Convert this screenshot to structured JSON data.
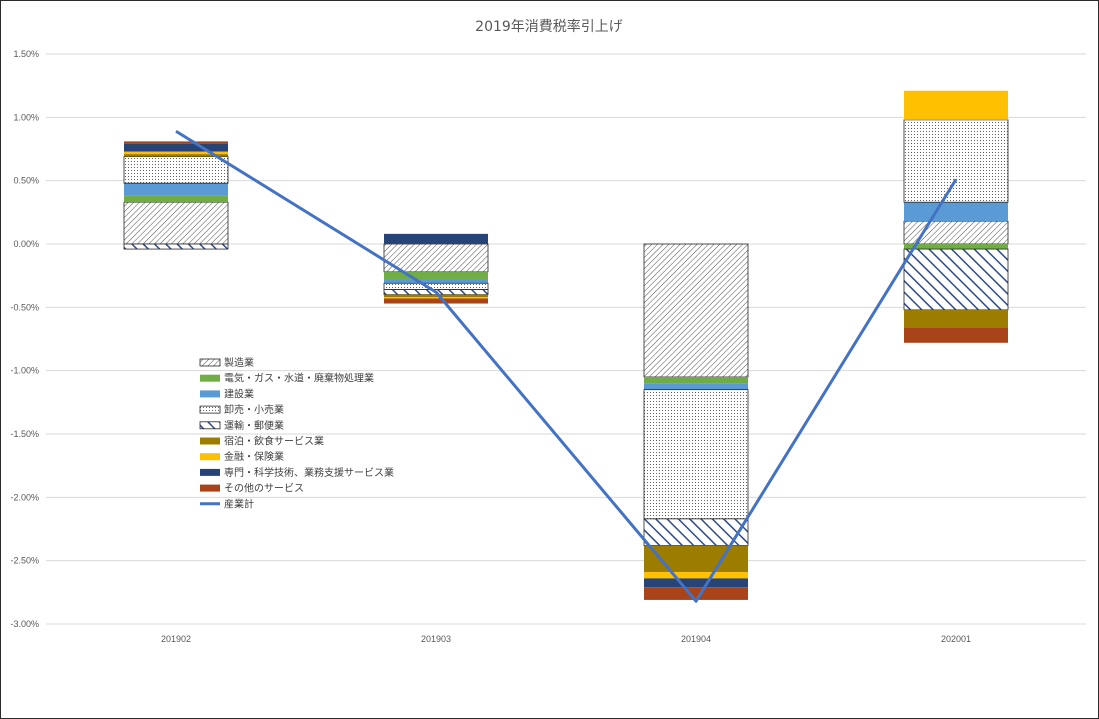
{
  "chart_data": {
    "type": "bar",
    "stacked": true,
    "title": "2019年消費税率引上げ",
    "xlabel": "",
    "ylabel": "",
    "ylim": [
      -0.03,
      0.015
    ],
    "y_ticks": [
      "1.50%",
      "1.00%",
      "0.50%",
      "0.00%",
      "-0.50%",
      "-1.00%",
      "-1.50%",
      "-2.00%",
      "-2.50%",
      "-3.00%"
    ],
    "y_tick_values": [
      0.015,
      0.01,
      0.005,
      0,
      -0.005,
      -0.01,
      -0.015,
      -0.02,
      -0.025,
      -0.03
    ],
    "categories": [
      "201902",
      "201903",
      "201904",
      "202001"
    ],
    "grid": true,
    "legend_position": "left",
    "series": [
      {
        "name": "製造業",
        "color": "#3a3a3a",
        "pattern": "hatch-fine",
        "values": [
          0.0033,
          -0.0022,
          -0.0105,
          0.0018
        ]
      },
      {
        "name": "電気・ガス・水道・廃棄物処理業",
        "color": "#70ad47",
        "pattern": "solid",
        "values": [
          0.0005,
          -0.0006,
          -0.0005,
          -0.0004
        ]
      },
      {
        "name": "建設業",
        "color": "#5b9bd5",
        "pattern": "solid",
        "values": [
          0.001,
          -0.0003,
          -0.0005,
          0.0015
        ]
      },
      {
        "name": "卸売・小売業",
        "color": "#3a3a3a",
        "pattern": "dots",
        "values": [
          0.0021,
          -0.0005,
          -0.0102,
          0.0065
        ]
      },
      {
        "name": "運輸・郵便業",
        "color": "#2e4a8a",
        "pattern": "hatch-wide",
        "values": [
          -0.0004,
          -0.0004,
          -0.0021,
          -0.0048
        ]
      },
      {
        "name": "宿泊・飲食サービス業",
        "color": "#9c7d00",
        "pattern": "solid",
        "values": [
          0.0002,
          -0.0002,
          -0.0021,
          -0.0014
        ]
      },
      {
        "name": "金融・保険業",
        "color": "#ffc000",
        "pattern": "solid",
        "values": [
          0.0002,
          -0.0001,
          -0.0005,
          0.0023
        ]
      },
      {
        "name": "専門・科学技術、業務支援サービス業",
        "color": "#264478",
        "pattern": "solid",
        "values": [
          0.0006,
          0.0008,
          -0.0007,
          0.0
        ]
      },
      {
        "name": "その他のサービス",
        "color": "#a9441a",
        "pattern": "solid",
        "values": [
          0.0002,
          -0.0004,
          -0.001,
          -0.0012
        ]
      }
    ],
    "line_series": {
      "name": "産業計",
      "color": "#4472c4",
      "values": [
        0.0089,
        -0.0038,
        -0.0282,
        0.0051
      ]
    }
  }
}
